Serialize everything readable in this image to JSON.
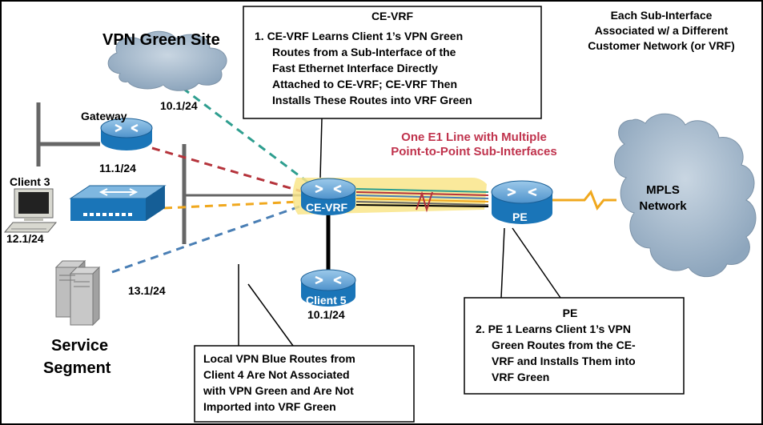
{
  "labels": {
    "vpn_green_site": "VPN Green Site",
    "cloud_subnet": "10.1/24",
    "gateway": "Gateway",
    "gateway_subnet": "11.1/24",
    "client3": "Client 3",
    "client3_subnet": "12.1/24",
    "server_subnet": "13.1/24",
    "service_segment_1": "Service",
    "service_segment_2": "Segment",
    "ce_vrf": "CE-VRF",
    "client5": "Client 5",
    "client5_subnet": "10.1/24",
    "pe": "PE",
    "mpls_1": "MPLS",
    "mpls_2": "Network"
  },
  "e1_caption": {
    "line1": "One E1 Line with Multiple",
    "line2": "Point-to-Point Sub-Interfaces",
    "color": "#C0334D"
  },
  "sub_interface_note": {
    "line1": "Each Sub-Interface",
    "line2": "Associated w/ a Different",
    "line3": "Customer Network (or VRF)"
  },
  "ce_vrf_box": {
    "title": "CE-VRF",
    "line1": "1. CE-VRF Learns Client 1’s VPN Green",
    "line2": "Routes from a Sub-Interface of the",
    "line3": "Fast Ethernet Interface Directly",
    "line4": "Attached to CE-VRF; CE-VRF Then",
    "line5": "Installs These Routes into VRF Green"
  },
  "pe_box": {
    "title": "PE",
    "line1": "2. PE 1 Learns Client 1’s VPN",
    "line2": "Green Routes from the CE-",
    "line3": "VRF and Installs Them into",
    "line4": "VRF Green"
  },
  "local_box": {
    "line1": "Local VPN Blue Routes from",
    "line2": "Client 4 Are Not Associated",
    "line3": "with VPN Green and Are Not",
    "line4": "Imported into VRF Green"
  },
  "colors": {
    "router_blue": "#1A75B8",
    "router_top": "#7FB7E0",
    "cloud": "#9FB4C8",
    "highlight": "#F9E58A",
    "teal_link": "#2E9E8F",
    "red_link": "#B5333B",
    "orange_link": "#F0A81E",
    "blue_link": "#4A7FB5"
  }
}
